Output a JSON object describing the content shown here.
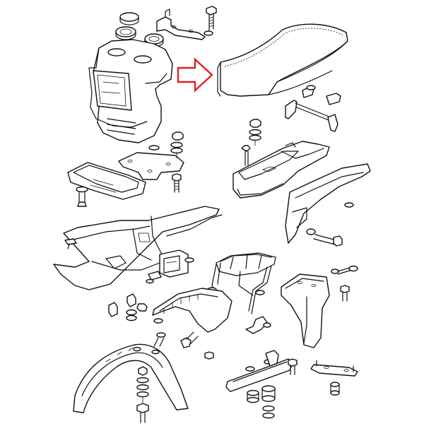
{
  "diagram": {
    "type": "exploded-parts-view",
    "highlight_color": "#e02020",
    "line_color": "#111111",
    "background": "#ffffff",
    "highlighted_part": "seat",
    "parts": [
      "grommets",
      "seat-mount-bracket",
      "mount-bolt",
      "rear-tail-cowl",
      "seat",
      "seat-latch-bracket",
      "nut-and-washers",
      "battery-tray",
      "rear-number-plate-bracket",
      "chain-guard",
      "side-cover",
      "rear-frame-subframe",
      "rear-fender-plate",
      "lower-fender-mount",
      "luggage-rack",
      "rear-mud-flap",
      "front-fender",
      "fork-mount-bracket",
      "small-hardware"
    ]
  }
}
